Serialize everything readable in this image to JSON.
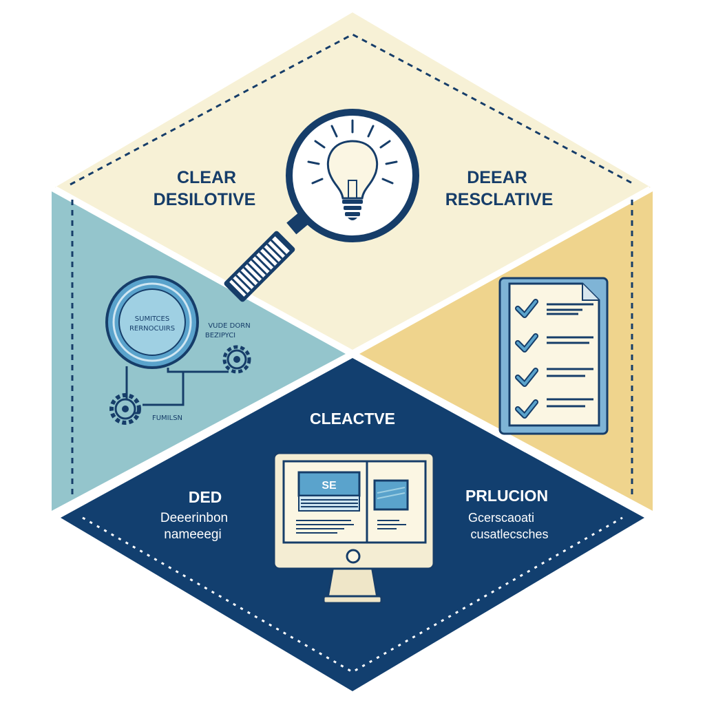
{
  "sections": {
    "top_left": {
      "line1": "CLEAR",
      "line2": "DESILOTIVE"
    },
    "top_right": {
      "line1": "DEEAR",
      "line2": "RESCLATIVE"
    },
    "center": {
      "title": "CLEACTVE"
    },
    "bottom_left": {
      "title": "DED",
      "line1": "Deeerinbon",
      "line2": "nameeegi"
    },
    "bottom_right": {
      "title": "PRLUCION",
      "line1": "Gcerscaoati",
      "line2": "cusatlecsches"
    }
  },
  "left_panel": {
    "badge_line1": "SUMITCES",
    "badge_line2": "RERNOCUIRS",
    "note_line1": "VUDE DORN",
    "note_line2": "BEZIPYCI",
    "footer": "FUMILSN"
  },
  "monitor": {
    "screen_label": "SE"
  },
  "colors": {
    "cream": "#f7f1d6",
    "teal": "#94c5cc",
    "gold": "#efd48d",
    "navy": "#123f6f",
    "light_blue": "#5aa3cc",
    "ink": "#1b3b63"
  }
}
